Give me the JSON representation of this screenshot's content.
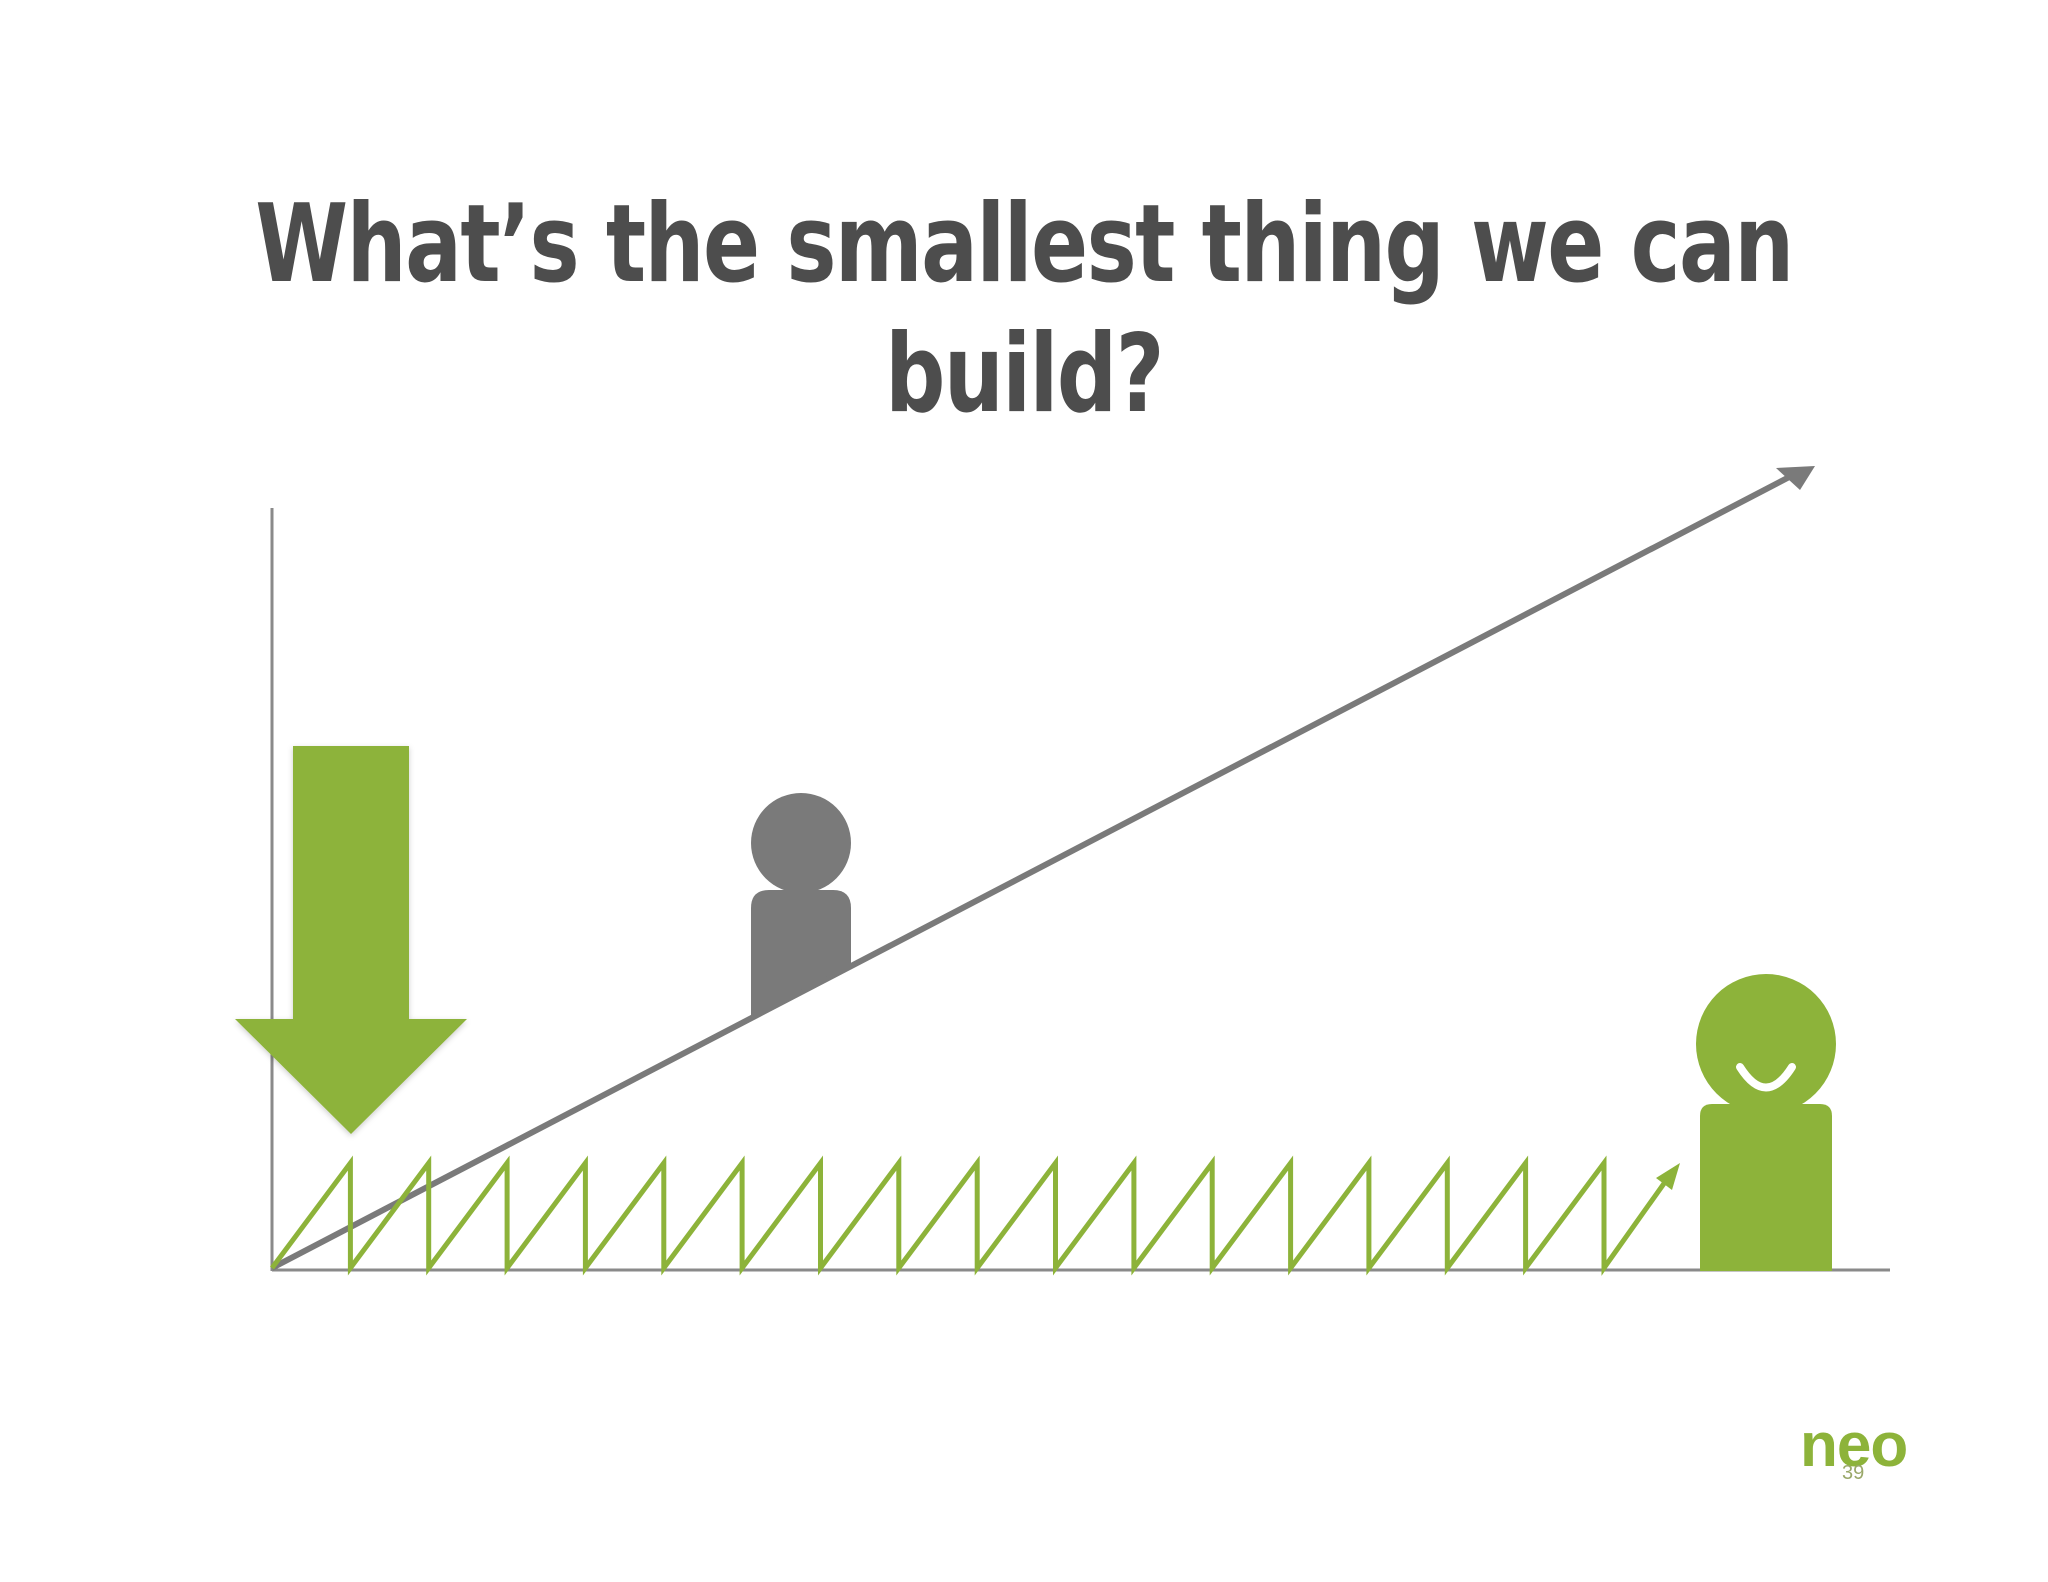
{
  "slide": {
    "title": "What’s the smallest thing we can build?",
    "logo_text": "neo",
    "page_number": "39"
  },
  "colors": {
    "accent_green": "#8db33a",
    "dark_gray": "#7a7a7a",
    "title_gray": "#4d4d4d",
    "axis_gray": "#8a8a8a"
  },
  "icons": {
    "down_arrow": "down-arrow-icon",
    "person_waiting": "gray-person-icon",
    "person_happy": "happy-green-person-icon"
  },
  "diagram": {
    "sawtooth_iterations": 18
  }
}
